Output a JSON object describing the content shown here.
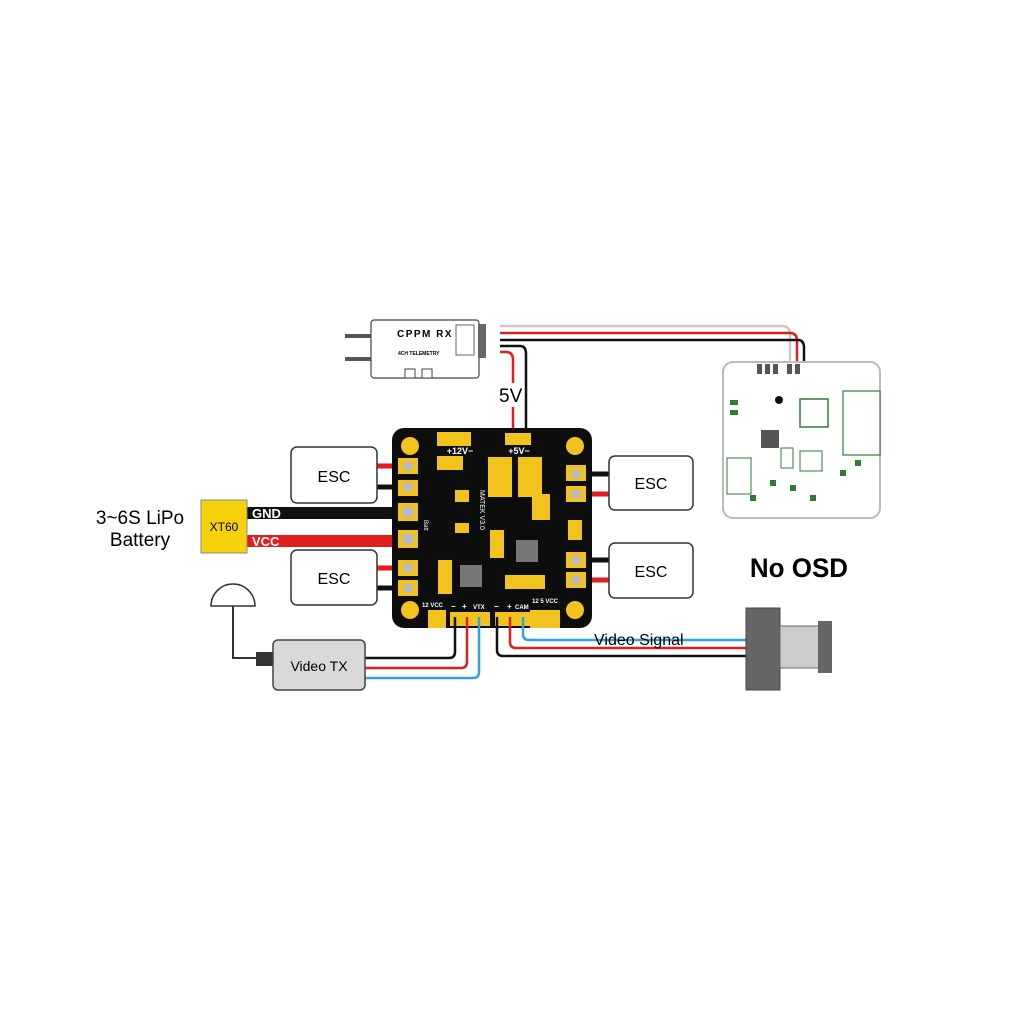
{
  "receiver": {
    "title": "CPPM RX",
    "subtitle": "4CH TELEMETRY"
  },
  "wire_labels": {
    "rx_power": "5V",
    "gnd": "GND",
    "vcc": "VCC",
    "video_signal": "Video Signal"
  },
  "battery": {
    "line1": "3~6S LiPo",
    "line2": "Battery",
    "connector": "XT60"
  },
  "escs": [
    "ESC",
    "ESC",
    "ESC",
    "ESC"
  ],
  "pdb": {
    "name": "MATEK V3.0",
    "rail_12v": "+12V−",
    "rail_5v": "+5V−",
    "batt": "Batt",
    "vtx_label": "VTX",
    "cam_label": "CAM",
    "left_vcc": "12 VCC",
    "right_vcc": "12  5  VCC",
    "minus": "−",
    "plus": "+"
  },
  "video_tx": "Video TX",
  "osd_board": {
    "status": "No OSD"
  },
  "colors": {
    "red": "#e21d1d",
    "black": "#111111",
    "blue": "#2fa3e0",
    "gold": "#f2c31c",
    "pcb": "#0d0d0d",
    "gray": "#d9d9d9"
  }
}
